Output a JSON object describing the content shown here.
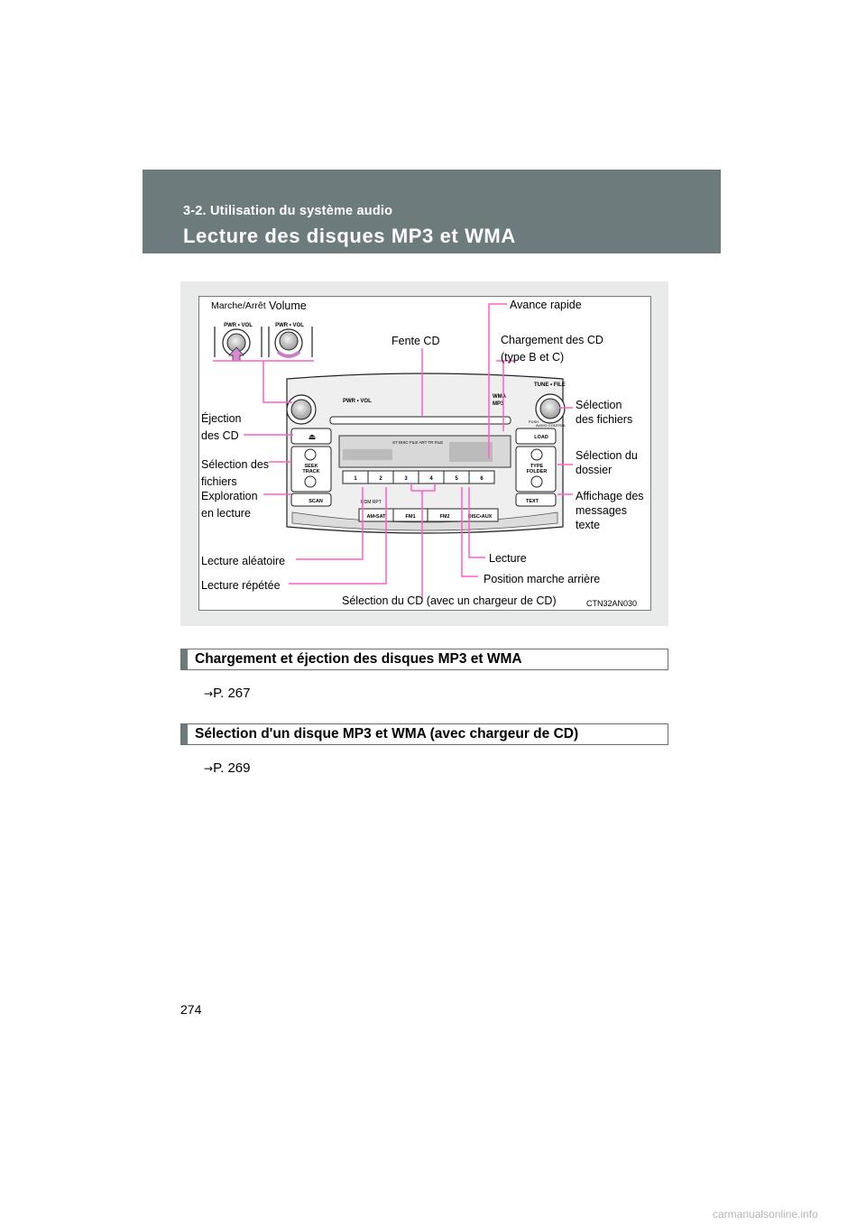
{
  "header": {
    "section": "3-2. Utilisation du système audio",
    "title": "Lecture des disques MP3 et WMA"
  },
  "figure": {
    "labels": {
      "marche_arret": "Marche/Arrêt",
      "volume": "Volume",
      "avance_rapide": "Avance rapide",
      "fente_cd": "Fente CD",
      "chargement_1": "Chargement des CD",
      "chargement_2": "(type B et C)",
      "selection_fichiers_r1": "Sélection",
      "selection_fichiers_r2": "des fichiers",
      "ejection_1": "Éjection",
      "ejection_2": "des CD",
      "selection_dossier_1": "Sélection du",
      "selection_dossier_2": "dossier",
      "selection_fichiers_l1": "Sélection des",
      "selection_fichiers_l2": "fichiers",
      "exploration_1": "Exploration",
      "exploration_2": "en lecture",
      "affichage_1": "Affichage des",
      "affichage_2": "messages",
      "affichage_3": "texte",
      "lecture_aleatoire": "Lecture aléatoire",
      "lecture": "Lecture",
      "lecture_repetee": "Lecture répétée",
      "position_arriere": "Position marche arrière",
      "selection_cd": "Sélection du CD (avec un chargeur de CD)",
      "code": "CTN32AN030"
    },
    "unit": {
      "knob_label": "PWR • VOL",
      "tune_label": "TUNE • FILE",
      "push_label": "PUSH",
      "audio_control": "AUDIO CONTROL",
      "wma": "WMA",
      "mp3": "MP3",
      "eject": "⏏",
      "seek": "SEEK",
      "track": "TRACK",
      "scan": "SCAN",
      "load": "LOAD",
      "type": "TYPE",
      "folder": "FOLDER",
      "text": "TEXT",
      "presets": [
        "1",
        "2",
        "3",
        "4",
        "5",
        "6"
      ],
      "rpt_rand": "RDM RPT",
      "am_sat": "AM•SAT",
      "fm1": "FM1",
      "fm2": "FM2",
      "disc_aux": "DISC•AUX",
      "display_status": "ST  DISC  FILE  ART  TR  FILE"
    }
  },
  "sections": [
    {
      "heading": "Chargement et éjection des disques MP3 et WMA",
      "arrow": "→",
      "ref": "P. 267"
    },
    {
      "heading": "Sélection d'un disque MP3 et WMA (avec chargeur de CD)",
      "arrow": "→",
      "ref": "P. 269"
    }
  ],
  "colors": {
    "header_band": "#6e7b7c",
    "callout_line": "#ff5fc8",
    "panel": "#e9eaea"
  },
  "page_number": "274",
  "watermark": "carmanualsonline.info"
}
